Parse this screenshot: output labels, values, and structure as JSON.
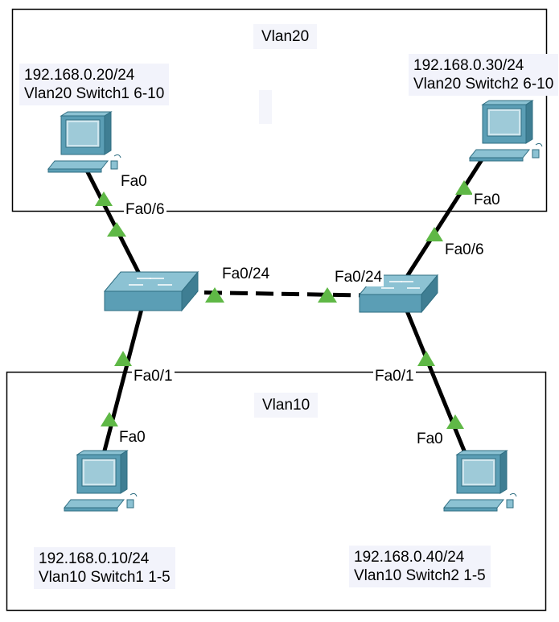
{
  "zones": {
    "vlan20": {
      "title": "Vlan20"
    },
    "vlan10": {
      "title": "Vlan10"
    }
  },
  "hosts": {
    "pc1": {
      "ip": "192.168.0.20/24",
      "desc": "Vlan20 Switch1 6-10",
      "port": "Fa0"
    },
    "pc2": {
      "ip": "192.168.0.30/24",
      "desc": "Vlan20 Switch2 6-10",
      "port": "Fa0"
    },
    "pc3": {
      "ip": "192.168.0.10/24",
      "desc": "Vlan10 Switch1 1-5",
      "port": "Fa0"
    },
    "pc4": {
      "ip": "192.168.0.40/24",
      "desc": "Vlan10 Switch2 1-5",
      "port": "Fa0"
    }
  },
  "switches": {
    "sw1": {
      "port_pc_vlan20": "Fa0/6",
      "port_pc_vlan10": "Fa0/1",
      "port_trunk": "Fa0/24"
    },
    "sw2": {
      "port_pc_vlan20": "Fa0/6",
      "port_pc_vlan10": "Fa0/1",
      "port_trunk": "Fa0/24"
    }
  },
  "colors": {
    "link": "#000000",
    "link_status": "#5fb846",
    "device_face": "#5b9eb5",
    "device_top": "#8cc2d3",
    "device_dark": "#2f6e82",
    "zone_border": "#000000"
  },
  "icons": {
    "pc": "pc-icon",
    "switch": "switch-icon",
    "link_up": "triangle-up-icon"
  }
}
